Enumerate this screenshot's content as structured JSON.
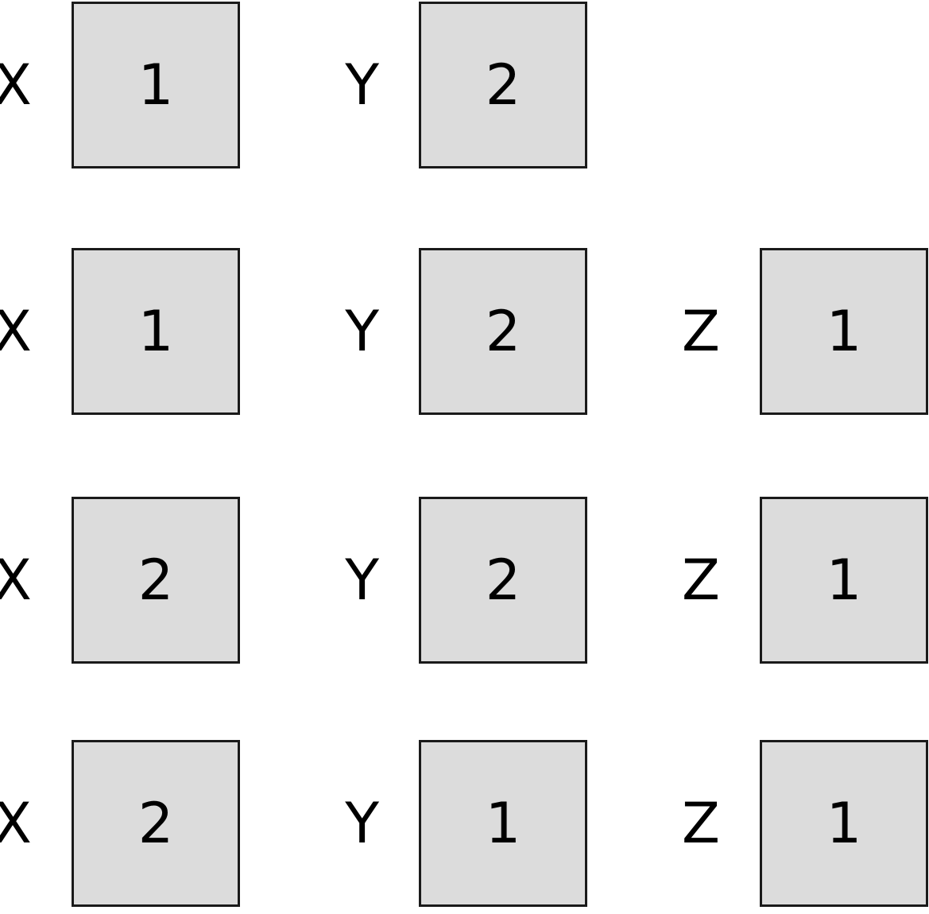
{
  "colors": {
    "background": "#ffffff",
    "box-fill": "#dcdcdc",
    "box-border": "#1a1a1a",
    "text": "#000000"
  },
  "diagram": {
    "rows": [
      {
        "cells": [
          {
            "label": "X",
            "value": "1"
          },
          {
            "label": "Y",
            "value": "2"
          }
        ]
      },
      {
        "cells": [
          {
            "label": "X",
            "value": "1"
          },
          {
            "label": "Y",
            "value": "2"
          },
          {
            "label": "Z",
            "value": "1"
          }
        ]
      },
      {
        "cells": [
          {
            "label": "X",
            "value": "2"
          },
          {
            "label": "Y",
            "value": "2"
          },
          {
            "label": "Z",
            "value": "1"
          }
        ]
      },
      {
        "cells": [
          {
            "label": "X",
            "value": "2"
          },
          {
            "label": "Y",
            "value": "1"
          },
          {
            "label": "Z",
            "value": "1"
          }
        ]
      }
    ]
  }
}
